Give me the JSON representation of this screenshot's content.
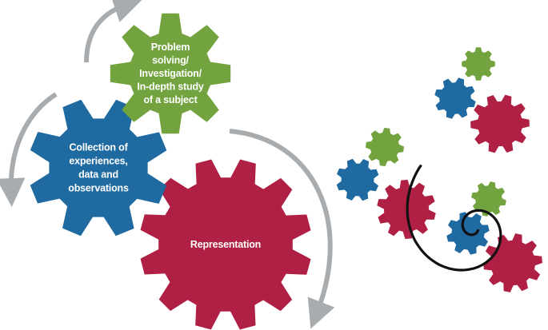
{
  "colors": {
    "green": "#72a33e",
    "blue": "#1f6aa0",
    "red": "#b01f44",
    "arrow": "#a9acaf",
    "spiral": "#111111"
  },
  "gears": {
    "green": {
      "lines": [
        "Problem",
        "solving/",
        "Investigation/",
        "In-depth study",
        "of a subject"
      ]
    },
    "blue": {
      "lines": [
        "Collection of",
        "experiences,",
        "data and",
        "observations"
      ]
    },
    "red": {
      "lines": [
        "Representation"
      ]
    }
  }
}
